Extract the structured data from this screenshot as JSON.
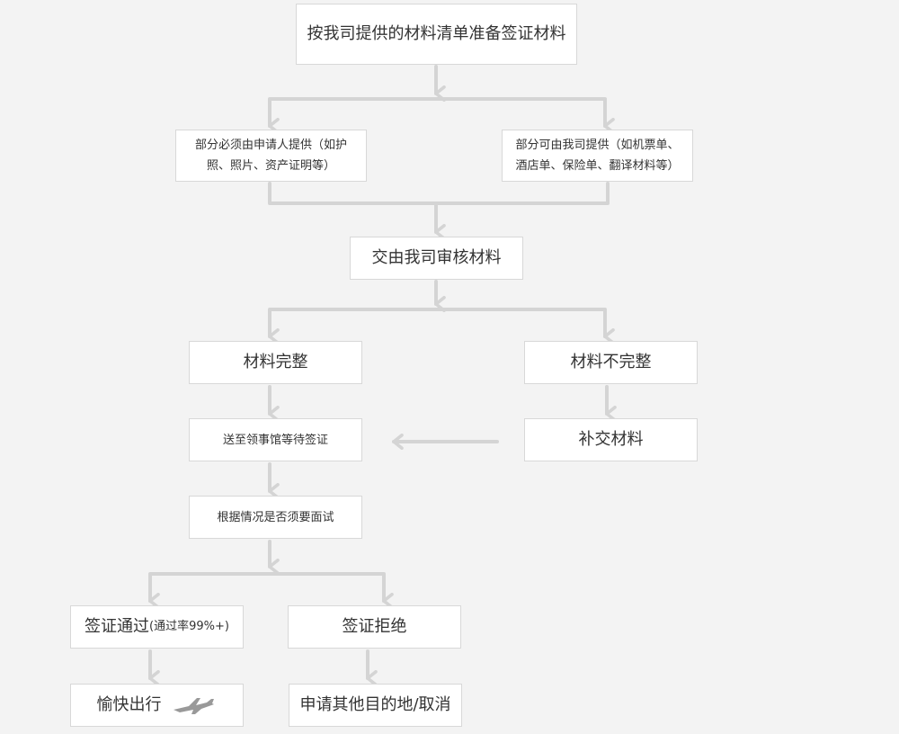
{
  "steps": {
    "prepare": "按我司提供的材料清单准备签证材料",
    "applicant_line1": "部分必须由申请人提供（如护",
    "applicant_line2": "照、照片、资产证明等）",
    "company_line1": "部分可由我司提供（如机票单、",
    "company_line2": "酒店单、保险单、翻译材料等）",
    "review": "交由我司审核材料",
    "complete": "材料完整",
    "incomplete": "材料不完整",
    "consulate": "送至领事馆等待签证",
    "supplement": "补交材料",
    "interview": "根据情况是否须要面试",
    "approved": "签证通过",
    "approved_note": "(通过率99%+)",
    "rejected": "签证拒绝",
    "travel": "愉快出行",
    "reapply": "申请其他目的地/取消"
  },
  "icons": {
    "plane": "airplane-icon",
    "arrow": "arrow-down-icon"
  },
  "colors": {
    "background": "#f3f3f3",
    "box_background": "#ffffff",
    "box_border": "#d8d8d8",
    "connector": "#d4d4d4",
    "text": "#333333",
    "plane": "#999999"
  }
}
